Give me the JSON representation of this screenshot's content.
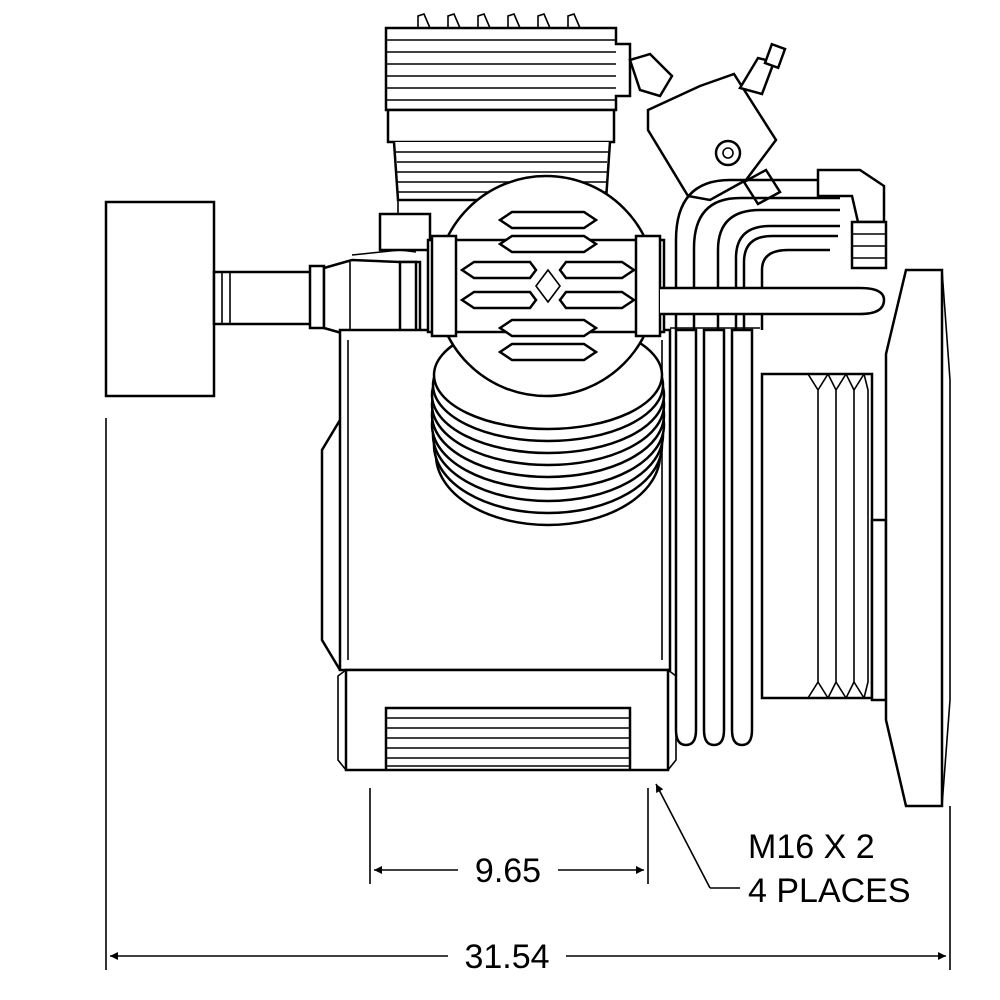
{
  "drawing": {
    "dim_inner": "9.65",
    "dim_overall": "31.54",
    "callout_line1": "M16 X 2",
    "callout_line2": "4 PLACES"
  },
  "colors": {
    "line": "#000000",
    "background": "#ffffff"
  }
}
